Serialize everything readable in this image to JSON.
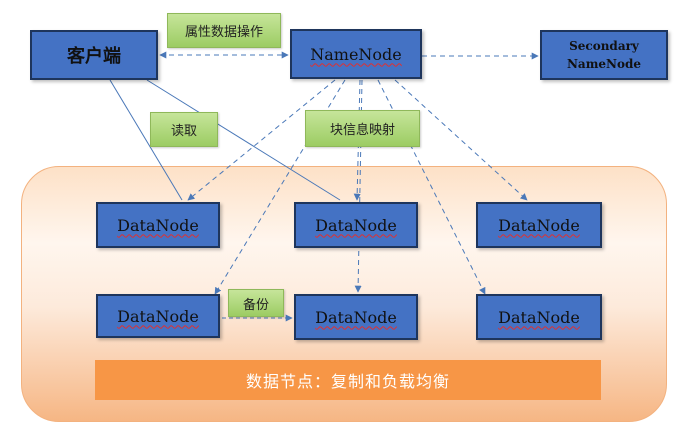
{
  "nodes": {
    "client": "客户端",
    "namenode": "NameNode",
    "secondary_line1": "Secondary",
    "secondary_line2": "NameNode",
    "datanode": "DataNode"
  },
  "labels": {
    "attr_ops": "属性数据操作",
    "read": "读取",
    "block_map": "块信息映射",
    "backup": "备份"
  },
  "banner": "数据节点：复制和负载均衡",
  "colors": {
    "node_fill": "#4472c4",
    "node_border": "#1e355c",
    "label_fill": "#9ccc63",
    "cluster_fill": "#fde1c7",
    "banner_fill": "#f79646",
    "edge": "#4a78b8"
  }
}
